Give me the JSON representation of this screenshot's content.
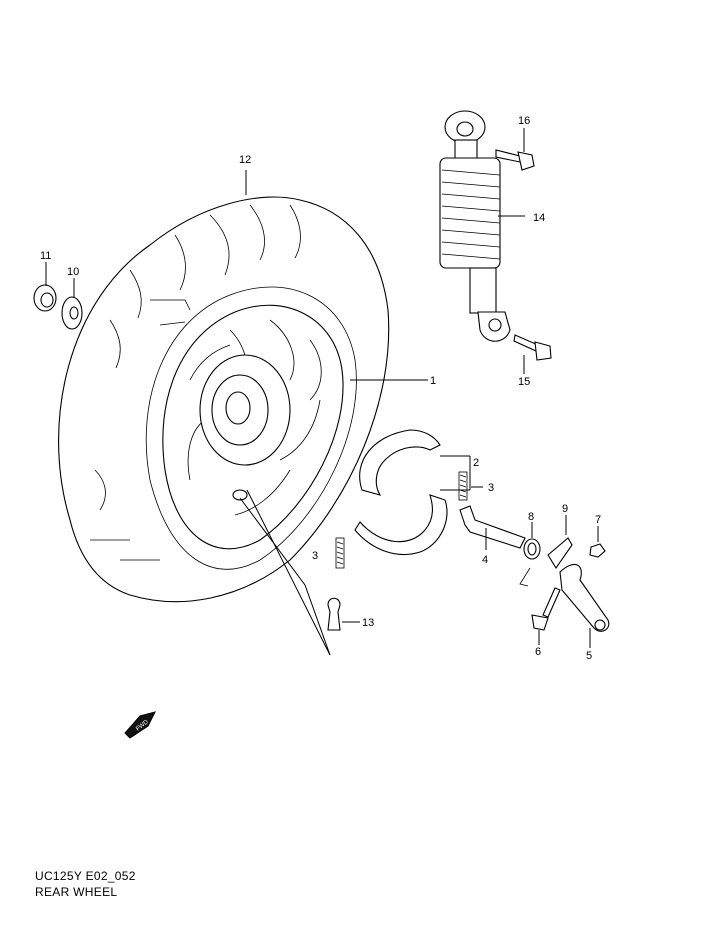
{
  "diagram": {
    "code": "UC125Y E02_052",
    "title": "REAR WHEEL",
    "fwd_mark": "FWD",
    "callouts": [
      "1",
      "2",
      "3",
      "3",
      "4",
      "5",
      "6",
      "7",
      "8",
      "9",
      "10",
      "11",
      "12",
      "13",
      "14",
      "15",
      "16"
    ]
  }
}
